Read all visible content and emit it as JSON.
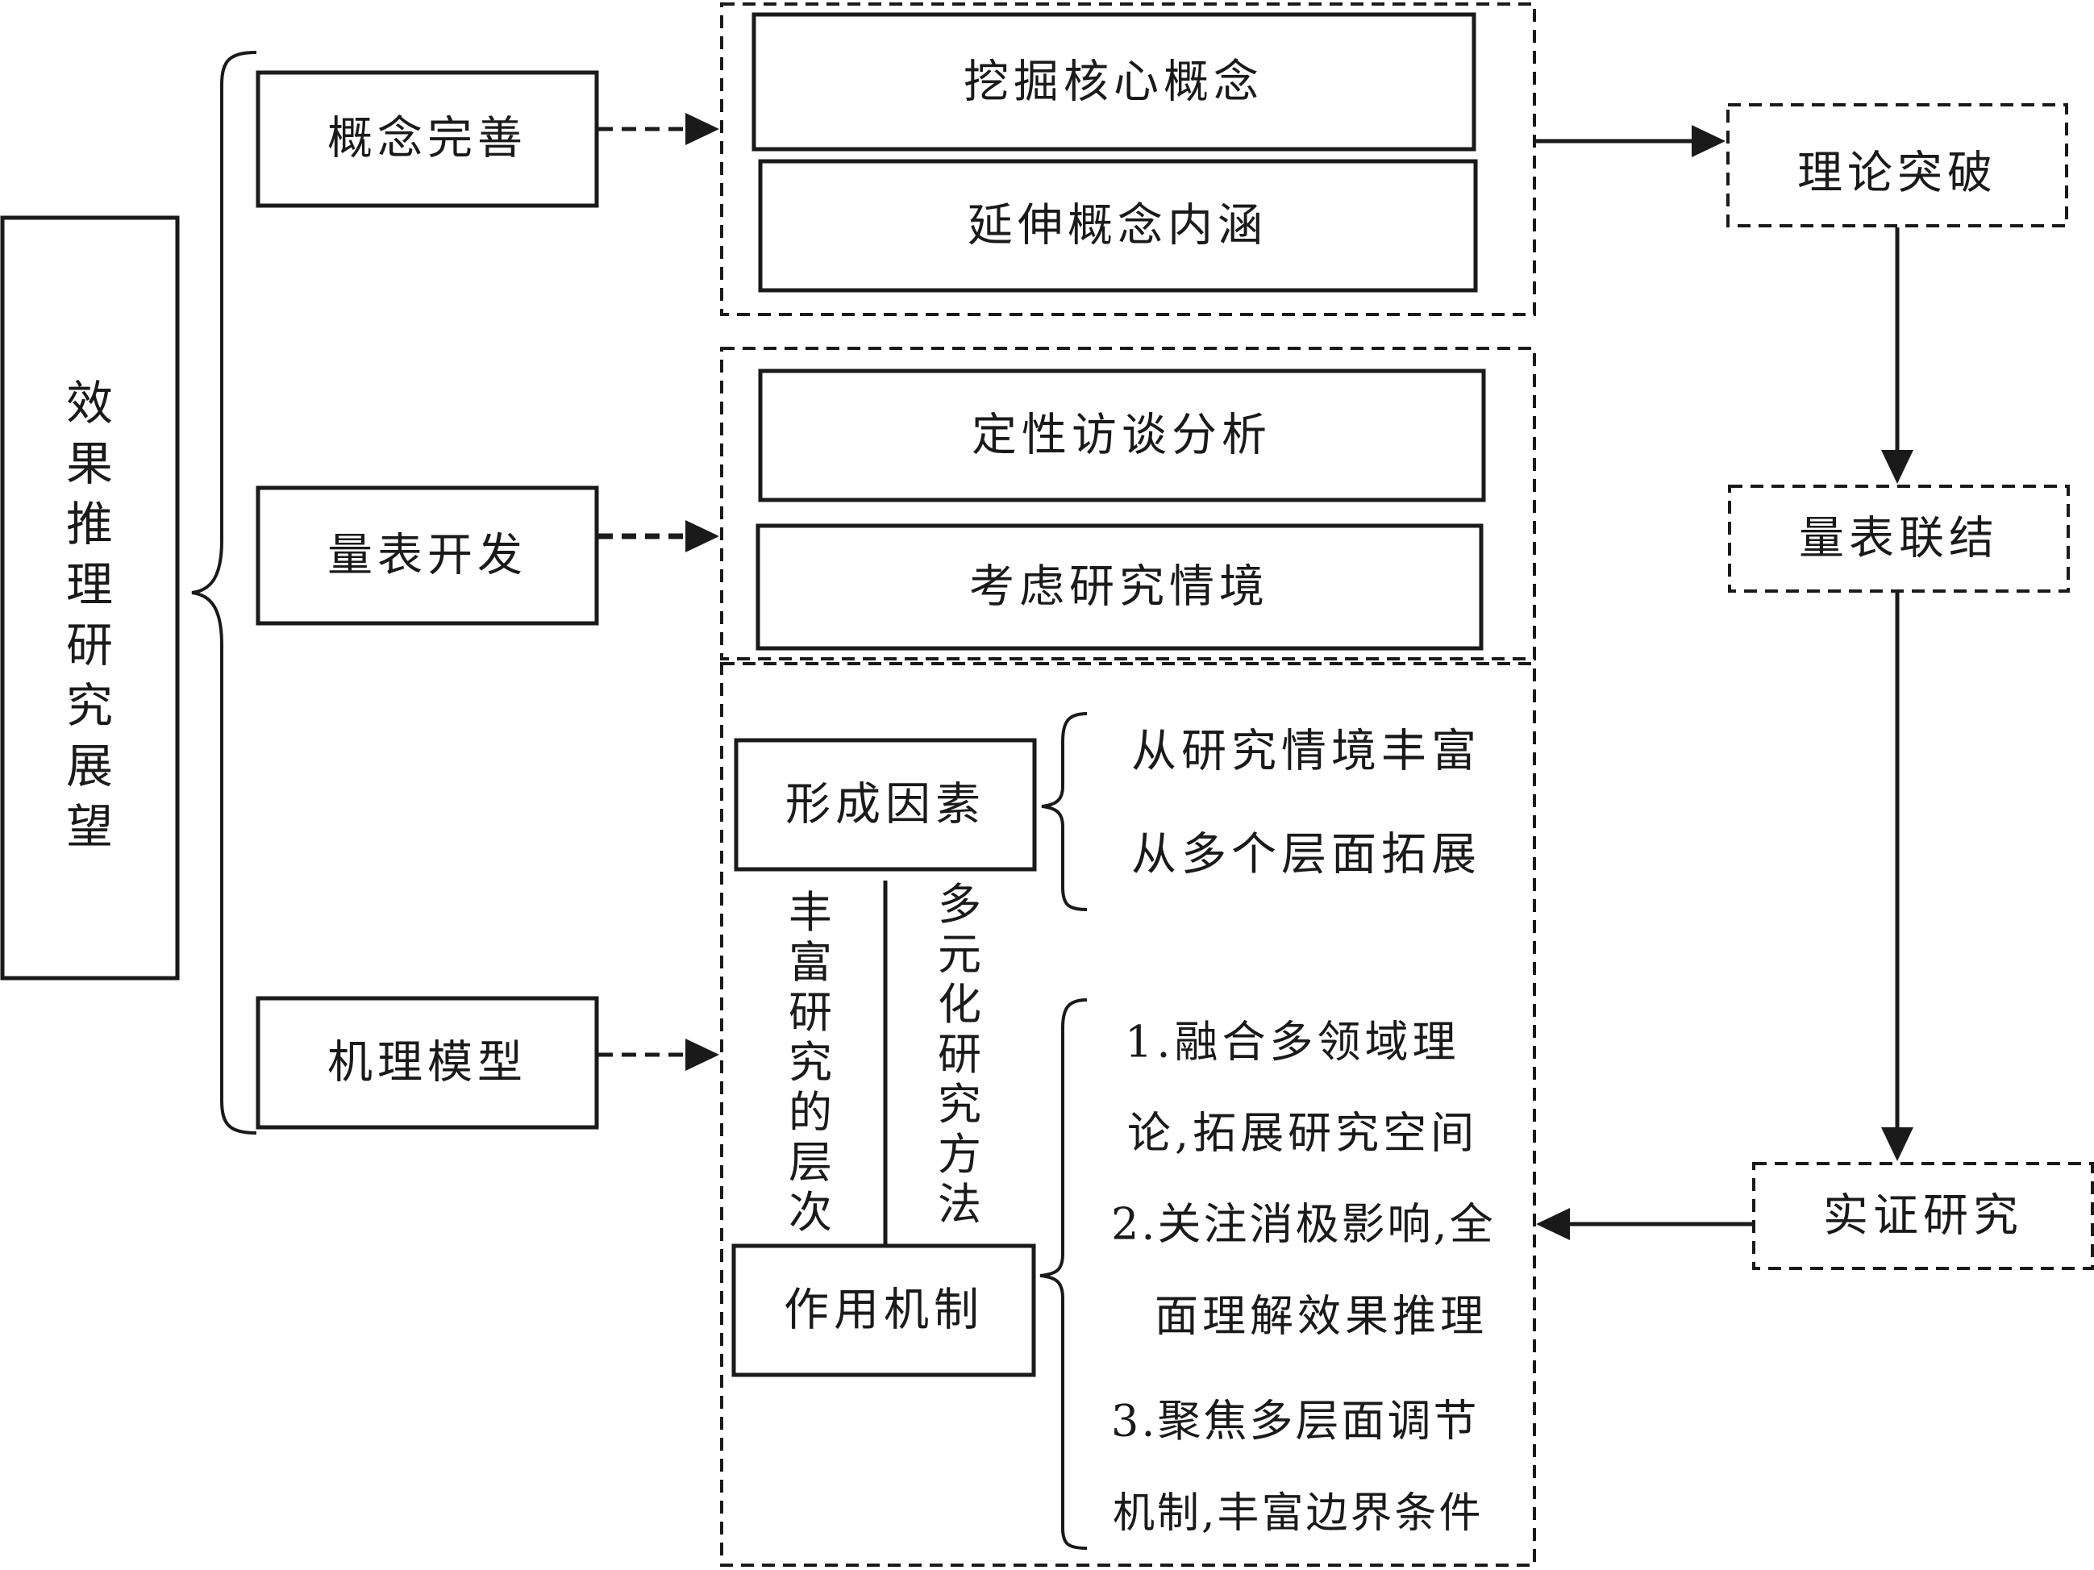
{
  "root": {
    "label": "效果推理研究展望"
  },
  "branches": {
    "concept": "概念完善",
    "scale": "量表开发",
    "mechanism": "机理模型"
  },
  "concept_group": {
    "items": [
      "挖掘核心概念",
      "延伸概念内涵"
    ]
  },
  "scale_group": {
    "items": [
      "定性访谈分析",
      "考虑研究情境"
    ]
  },
  "mechanism_group": {
    "formation": "形成因素",
    "function": "作用机制",
    "left_vertical": "丰富研究的层次",
    "right_vertical": "多元化研究方法",
    "formation_notes": [
      "从研究情境丰富",
      "从多个层面拓展"
    ],
    "function_notes": [
      "1.融合多领域理",
      "论,拓展研究空间",
      "2.关注消极影响,全",
      "面理解效果推理",
      "3.聚焦多层面调节",
      "机制,丰富边界条件"
    ]
  },
  "flow": {
    "theory": "理论突破",
    "link": "量表联结",
    "empirical": "实证研究"
  }
}
